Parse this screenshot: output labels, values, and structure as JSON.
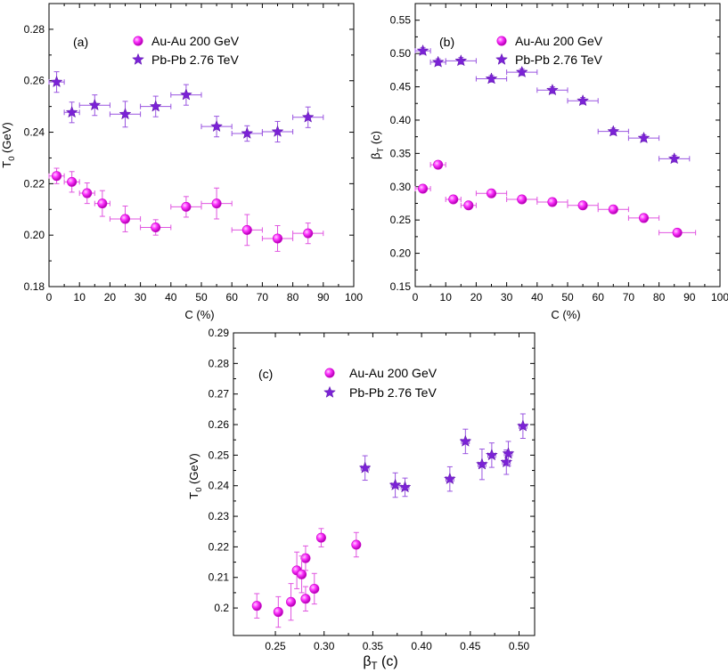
{
  "colors": {
    "au": "#ff22ff",
    "au_edge": "#cc00cc",
    "pb": "#7b22d6",
    "au_err": "#e055e0",
    "pb_err": "#9a55e0"
  },
  "chart_data": [
    {
      "id": "a",
      "type": "scatter",
      "panel_label": "(a)",
      "xlabel": "C (%)",
      "ylabel": {
        "main": "T",
        "sub": "0",
        "rest": " (GeV)"
      },
      "xlim": [
        0,
        100
      ],
      "ylim": [
        0.18,
        0.29
      ],
      "xticks": [
        "0",
        "10",
        "20",
        "30",
        "40",
        "50",
        "60",
        "70",
        "80",
        "90",
        "100"
      ],
      "yticks": [
        "0.18",
        "0.20",
        "0.22",
        "0.24",
        "0.26",
        "0.28"
      ],
      "legend_position": "top-center",
      "series": [
        {
          "name": "Au-Au 200 GeV",
          "marker": "circle",
          "points": [
            {
              "x": 2.5,
              "y": 0.223,
              "xerr": 2.5,
              "yerr": 0.003
            },
            {
              "x": 7.5,
              "y": 0.2207,
              "xerr": 2.5,
              "yerr": 0.004
            },
            {
              "x": 12.5,
              "y": 0.2163,
              "xerr": 2.5,
              "yerr": 0.004
            },
            {
              "x": 17.5,
              "y": 0.2123,
              "xerr": 2.5,
              "yerr": 0.005
            },
            {
              "x": 25,
              "y": 0.2063,
              "xerr": 5,
              "yerr": 0.005
            },
            {
              "x": 35,
              "y": 0.203,
              "xerr": 5,
              "yerr": 0.003
            },
            {
              "x": 45,
              "y": 0.211,
              "xerr": 5,
              "yerr": 0.004
            },
            {
              "x": 55,
              "y": 0.2123,
              "xerr": 5,
              "yerr": 0.006
            },
            {
              "x": 65,
              "y": 0.202,
              "xerr": 5,
              "yerr": 0.006
            },
            {
              "x": 75,
              "y": 0.1987,
              "xerr": 5,
              "yerr": 0.005
            },
            {
              "x": 85,
              "y": 0.2007,
              "xerr": 5,
              "yerr": 0.004
            }
          ]
        },
        {
          "name": "Pb-Pb 2.76 TeV",
          "marker": "star",
          "points": [
            {
              "x": 2.5,
              "y": 0.2595,
              "xerr": 2.5,
              "yerr": 0.004
            },
            {
              "x": 7.5,
              "y": 0.2477,
              "xerr": 2.5,
              "yerr": 0.004
            },
            {
              "x": 15,
              "y": 0.2505,
              "xerr": 5,
              "yerr": 0.004
            },
            {
              "x": 25,
              "y": 0.247,
              "xerr": 5,
              "yerr": 0.005
            },
            {
              "x": 35,
              "y": 0.25,
              "xerr": 5,
              "yerr": 0.004
            },
            {
              "x": 45,
              "y": 0.2545,
              "xerr": 5,
              "yerr": 0.004
            },
            {
              "x": 55,
              "y": 0.2422,
              "xerr": 5,
              "yerr": 0.004
            },
            {
              "x": 65,
              "y": 0.2395,
              "xerr": 5,
              "yerr": 0.003
            },
            {
              "x": 75,
              "y": 0.2402,
              "xerr": 5,
              "yerr": 0.004
            },
            {
              "x": 85,
              "y": 0.2458,
              "xerr": 5,
              "yerr": 0.004
            }
          ]
        }
      ]
    },
    {
      "id": "b",
      "type": "scatter",
      "panel_label": "(b)",
      "xlabel": "C (%)",
      "ylabel": {
        "main": "β",
        "sub": "T",
        "rest": " (c)"
      },
      "xlim": [
        0,
        100
      ],
      "ylim": [
        0.15,
        0.575
      ],
      "xticks": [
        "0",
        "10",
        "20",
        "30",
        "40",
        "50",
        "60",
        "70",
        "80",
        "90",
        "100"
      ],
      "yticks": [
        "0.15",
        "0.20",
        "0.25",
        "0.30",
        "0.35",
        "0.40",
        "0.45",
        "0.50",
        "0.55"
      ],
      "legend_position": "top-center",
      "series": [
        {
          "name": "Au-Au 200 GeV",
          "marker": "circle",
          "points": [
            {
              "x": 2.5,
              "y": 0.297,
              "xerr": 2.5,
              "yerr": 0.004
            },
            {
              "x": 7.5,
              "y": 0.333,
              "xerr": 2.5,
              "yerr": 0.004
            },
            {
              "x": 12.5,
              "y": 0.281,
              "xerr": 2.5,
              "yerr": 0.004
            },
            {
              "x": 17.5,
              "y": 0.272,
              "xerr": 2.5,
              "yerr": 0.004
            },
            {
              "x": 25,
              "y": 0.29,
              "xerr": 5,
              "yerr": 0.004
            },
            {
              "x": 35,
              "y": 0.281,
              "xerr": 5,
              "yerr": 0.004
            },
            {
              "x": 45,
              "y": 0.277,
              "xerr": 5,
              "yerr": 0.004
            },
            {
              "x": 55,
              "y": 0.272,
              "xerr": 5,
              "yerr": 0.004
            },
            {
              "x": 65,
              "y": 0.266,
              "xerr": 5,
              "yerr": 0.004
            },
            {
              "x": 75,
              "y": 0.253,
              "xerr": 5,
              "yerr": 0.004
            },
            {
              "x": 86,
              "y": 0.231,
              "xerr": 6,
              "yerr": 0.004
            }
          ]
        },
        {
          "name": "Pb-Pb 2.76 TeV",
          "marker": "star",
          "points": [
            {
              "x": 2.5,
              "y": 0.504,
              "xerr": 2.5,
              "yerr": 0.005
            },
            {
              "x": 7.5,
              "y": 0.487,
              "xerr": 2.5,
              "yerr": 0.005
            },
            {
              "x": 15,
              "y": 0.489,
              "xerr": 5,
              "yerr": 0.005
            },
            {
              "x": 25,
              "y": 0.462,
              "xerr": 5,
              "yerr": 0.005
            },
            {
              "x": 35,
              "y": 0.472,
              "xerr": 5,
              "yerr": 0.005
            },
            {
              "x": 45,
              "y": 0.445,
              "xerr": 5,
              "yerr": 0.005
            },
            {
              "x": 55,
              "y": 0.429,
              "xerr": 5,
              "yerr": 0.005
            },
            {
              "x": 65,
              "y": 0.383,
              "xerr": 5,
              "yerr": 0.005
            },
            {
              "x": 75,
              "y": 0.373,
              "xerr": 5,
              "yerr": 0.005
            },
            {
              "x": 85,
              "y": 0.342,
              "xerr": 5,
              "yerr": 0.005
            }
          ]
        }
      ]
    },
    {
      "id": "c",
      "type": "scatter",
      "panel_label": "(c)",
      "xlabel": {
        "main": "β",
        "sub": "T",
        "rest": " (c)"
      },
      "ylabel": {
        "main": "T",
        "sub": "0",
        "rest": " (GeV)"
      },
      "xlim": [
        0.207,
        0.516
      ],
      "ylim": [
        0.191,
        0.29
      ],
      "xticks": [
        {
          "v": 0.25,
          "label": "0.25"
        },
        {
          "v": 0.3,
          "label": "0.30"
        },
        {
          "v": 0.35,
          "label": "0.35"
        },
        {
          "v": 0.4,
          "label": "0.40"
        },
        {
          "v": 0.45,
          "label": "0.45"
        },
        {
          "v": 0.5,
          "label": "0.50"
        }
      ],
      "yticks": [
        {
          "v": 0.2,
          "label": "0.2"
        },
        {
          "v": 0.21,
          "label": "0.21"
        },
        {
          "v": 0.22,
          "label": "0.22"
        },
        {
          "v": 0.23,
          "label": "0.23"
        },
        {
          "v": 0.24,
          "label": "0.24"
        },
        {
          "v": 0.25,
          "label": "0.25"
        },
        {
          "v": 0.26,
          "label": "0.26"
        },
        {
          "v": 0.27,
          "label": "0.27"
        },
        {
          "v": 0.28,
          "label": "0.28"
        },
        {
          "v": 0.29,
          "label": "0.29"
        }
      ],
      "legend_position": "top-center",
      "series": [
        {
          "name": "Au-Au 200 GeV",
          "marker": "circle",
          "points": [
            {
              "x": 0.297,
              "y": 0.223,
              "xerr": 0.003,
              "yerr": 0.003
            },
            {
              "x": 0.333,
              "y": 0.2207,
              "xerr": 0.003,
              "yerr": 0.004
            },
            {
              "x": 0.281,
              "y": 0.2163,
              "xerr": 0.003,
              "yerr": 0.004
            },
            {
              "x": 0.272,
              "y": 0.2123,
              "xerr": 0.003,
              "yerr": 0.006
            },
            {
              "x": 0.29,
              "y": 0.2063,
              "xerr": 0.003,
              "yerr": 0.005
            },
            {
              "x": 0.281,
              "y": 0.203,
              "xerr": 0.003,
              "yerr": 0.004
            },
            {
              "x": 0.277,
              "y": 0.211,
              "xerr": 0.003,
              "yerr": 0.006
            },
            {
              "x": 0.266,
              "y": 0.202,
              "xerr": 0.003,
              "yerr": 0.006
            },
            {
              "x": 0.253,
              "y": 0.1987,
              "xerr": 0.003,
              "yerr": 0.005
            },
            {
              "x": 0.231,
              "y": 0.2007,
              "xerr": 0.003,
              "yerr": 0.004
            }
          ]
        },
        {
          "name": "Pb-Pb 2.76 TeV",
          "marker": "star",
          "points": [
            {
              "x": 0.504,
              "y": 0.2595,
              "xerr": 0.004,
              "yerr": 0.004
            },
            {
              "x": 0.487,
              "y": 0.2477,
              "xerr": 0.004,
              "yerr": 0.004
            },
            {
              "x": 0.489,
              "y": 0.2505,
              "xerr": 0.004,
              "yerr": 0.004
            },
            {
              "x": 0.462,
              "y": 0.247,
              "xerr": 0.004,
              "yerr": 0.005
            },
            {
              "x": 0.472,
              "y": 0.25,
              "xerr": 0.004,
              "yerr": 0.004
            },
            {
              "x": 0.445,
              "y": 0.2545,
              "xerr": 0.004,
              "yerr": 0.004
            },
            {
              "x": 0.429,
              "y": 0.2422,
              "xerr": 0.004,
              "yerr": 0.004
            },
            {
              "x": 0.383,
              "y": 0.2395,
              "xerr": 0.004,
              "yerr": 0.003
            },
            {
              "x": 0.373,
              "y": 0.2402,
              "xerr": 0.004,
              "yerr": 0.004
            },
            {
              "x": 0.342,
              "y": 0.2458,
              "xerr": 0.004,
              "yerr": 0.004
            }
          ]
        }
      ]
    }
  ]
}
